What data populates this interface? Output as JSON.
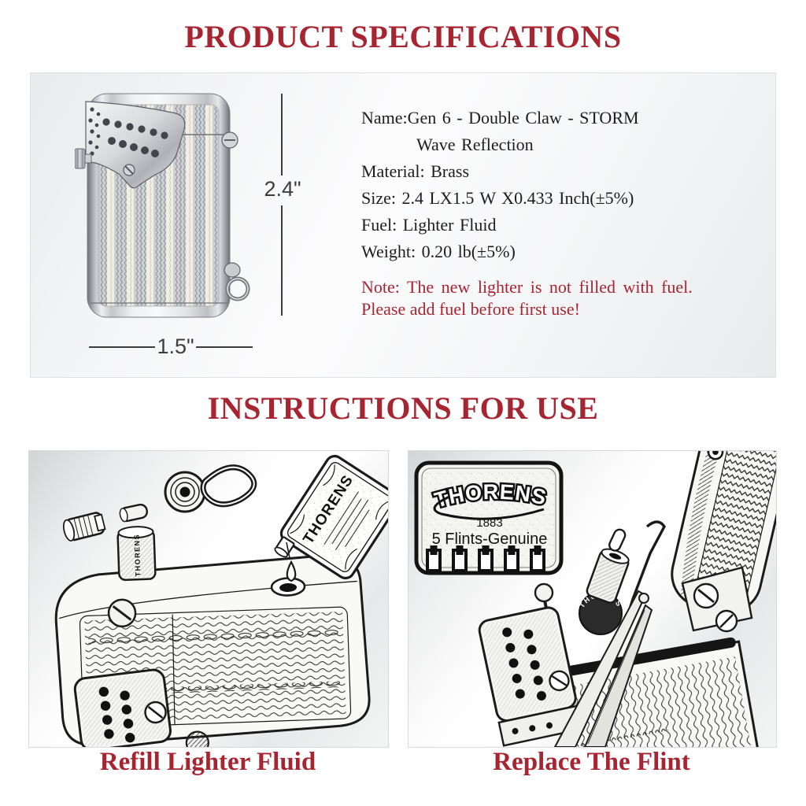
{
  "titles": {
    "specifications": "PRODUCT SPECIFICATIONS",
    "instructions": "INSTRUCTIONS FOR USE"
  },
  "dimensions": {
    "height_label": "2.4\"",
    "width_label": "1.5\""
  },
  "specs": {
    "name_line1": "Name:Gen 6 - Double Claw - STORM",
    "name_line2": "Wave Reflection",
    "material": "Material: Brass",
    "size": "Size: 2.4 LX1.5 W X0.433 Inch(±5%)",
    "fuel": "Fuel: Lighter Fluid",
    "weight": "Weight: 0.20 lb(±5%)",
    "note_line1": "Note: The new lighter is not filled with fuel.",
    "note_line2": "Please add fuel before first use!"
  },
  "captions": {
    "refill": "Refill Lighter Fluid",
    "replace": "Replace The Flint"
  },
  "flints_pack": {
    "brand": "THORENS",
    "year": "1883",
    "label": "5 Flints-Genuine"
  },
  "fluid_can": {
    "brand": "THORENS"
  },
  "refill_tube": {
    "brand": "THORENS"
  },
  "flint_wheel": {
    "brand": "THORENS"
  },
  "colors": {
    "accent_red": "#a62531",
    "ink": "#1b1b1b",
    "dim_gray": "#3c3c3c"
  }
}
